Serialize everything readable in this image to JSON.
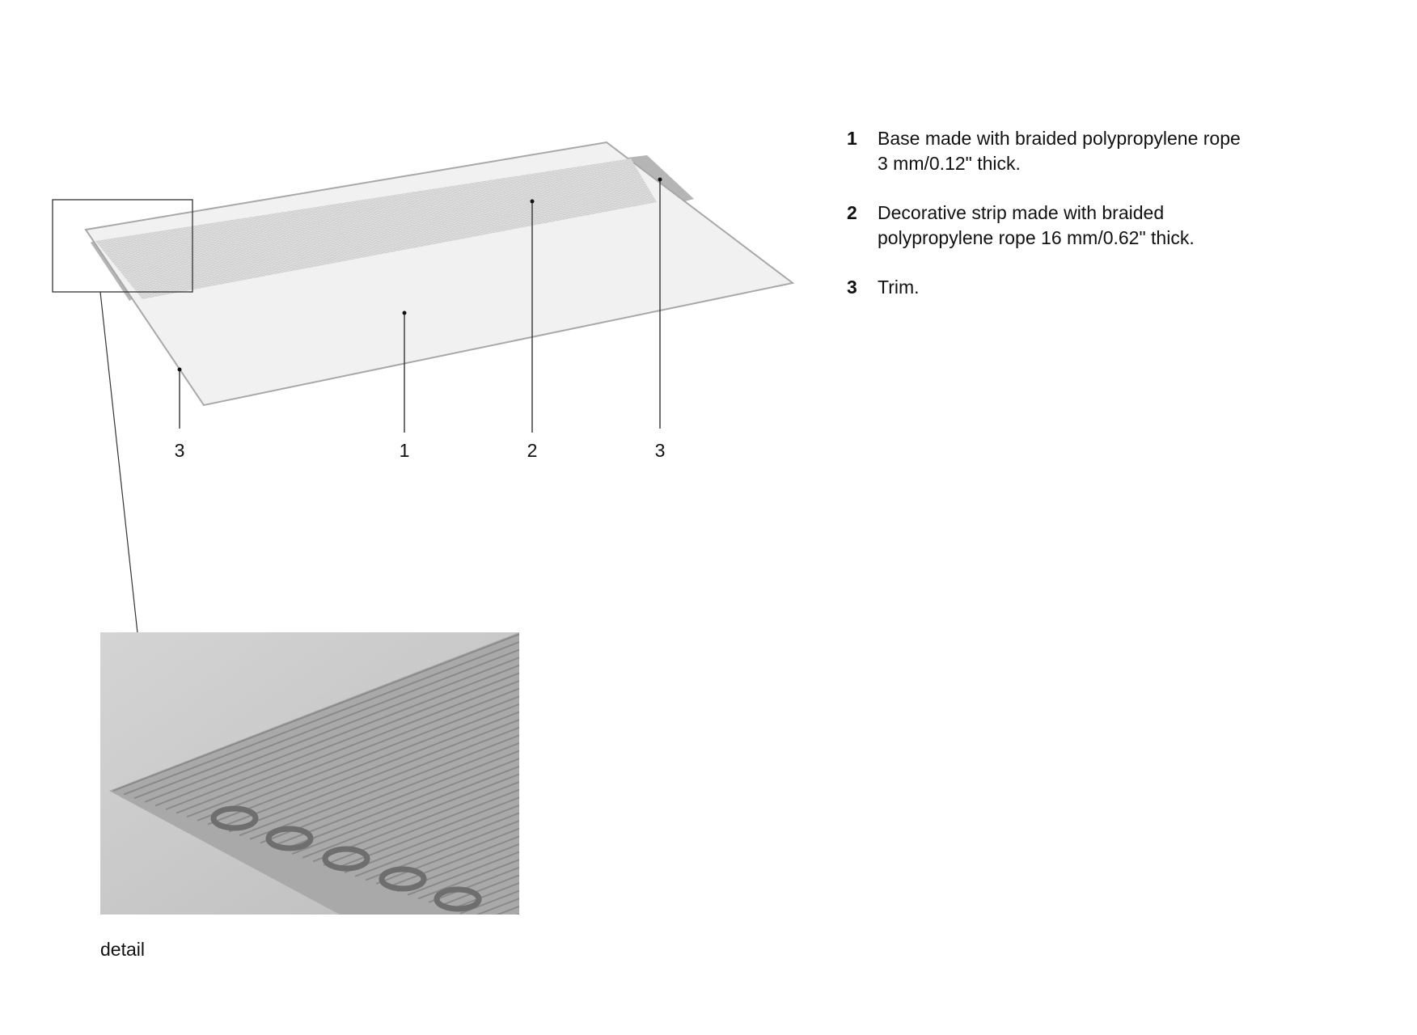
{
  "callouts": [
    {
      "label": "3"
    },
    {
      "label": "1"
    },
    {
      "label": "2"
    },
    {
      "label": "3"
    }
  ],
  "legend": [
    {
      "number": "1",
      "text_line1": "Base made with braided polypropylene rope",
      "text_line2": "3 mm/0.12\" thick."
    },
    {
      "number": "2",
      "text_line1": "Decorative strip made with braided",
      "text_line2": "polypropylene rope 16 mm/0.62\" thick."
    },
    {
      "number": "3",
      "text_line1": "Trim.",
      "text_line2": ""
    }
  ],
  "detail": {
    "caption": "detail"
  },
  "colors": {
    "rug_base": "#f1f1f1",
    "strip": "#dcdcdc",
    "trim": "#b5b5b5",
    "photo_bg": "#c8c8c8"
  }
}
